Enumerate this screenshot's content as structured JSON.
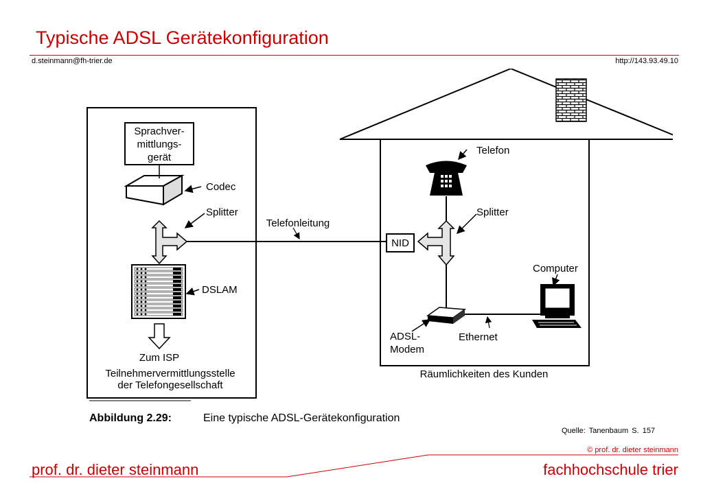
{
  "slide": {
    "title": "Typische ADSL Gerätekonfiguration",
    "email": "d.steinmann@fh-trier.de",
    "url": "http://143.93.49.10",
    "source": "Quelle: Tanenbaum S. 157",
    "copyright": "© prof. dr. dieter steinmann",
    "footer_left": "prof. dr. dieter steinmann",
    "footer_right": "fachhochschule trier",
    "accent_color": "#cc0000"
  },
  "diagram": {
    "sprachvermittlung": [
      "Sprachver-",
      "mittlungs-",
      "gerät"
    ],
    "codec": "Codec",
    "splitter_left": "Splitter",
    "dslam": "DSLAM",
    "zum_isp": "Zum ISP",
    "exchange": [
      "Teilnehmervermittlungsstelle",
      "der Telefongesellschaft"
    ],
    "telefonleitung": "Telefonleitung",
    "nid": "NID",
    "telefon": "Telefon",
    "splitter_right": "Splitter",
    "computer": "Computer",
    "adsl_modem": [
      "ADSL-",
      "Modem"
    ],
    "ethernet": "Ethernet",
    "customer": "Räumlichkeiten des Kunden",
    "caption_number": "Abbildung 2.29:",
    "caption_text": "Eine typische ADSL-Gerätekonfiguration"
  }
}
